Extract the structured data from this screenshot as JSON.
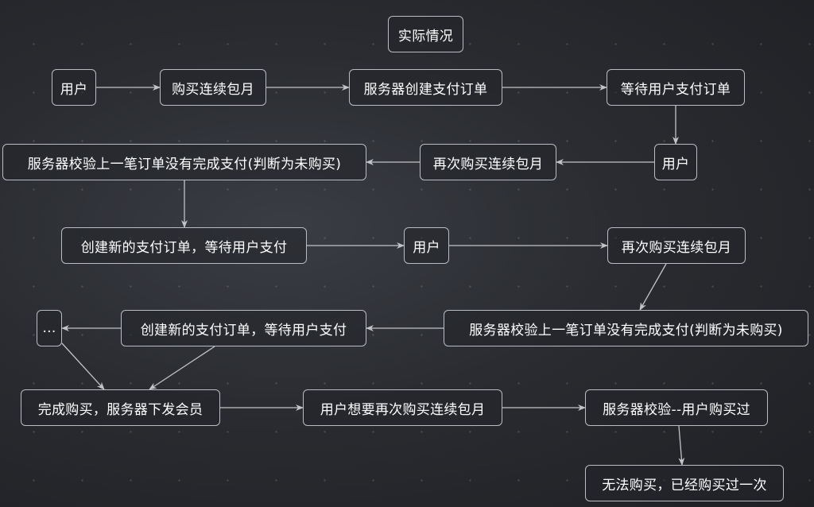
{
  "nodes": {
    "title": "实际情况",
    "user1": "用户",
    "buy1": "购买连续包月",
    "create_order": "服务器创建支付订单",
    "wait_pay": "等待用户支付订单",
    "check1": "服务器校验上一笔订单没有完成支付(判断为未购买)",
    "rebuy1": "再次购买连续包月",
    "user2": "用户",
    "new_order1": "创建新的支付订单，等待用户支付",
    "user3": "用户",
    "rebuy2": "再次购买连续包月",
    "check2": "服务器校验上一笔订单没有完成支付(判断为未购买)",
    "new_order2": "创建新的支付订单，等待用户支付",
    "ellipsis": "...",
    "done": "完成购买，服务器下发会员",
    "want_again": "用户想要再次购买连续包月",
    "check3": "服务器校验--用户购买过",
    "cannot": "无法购买，已经购买过一次"
  },
  "colors": {
    "node_border": "#b9bcc2",
    "text": "#ffffff",
    "edge": "#c2c4c8"
  }
}
